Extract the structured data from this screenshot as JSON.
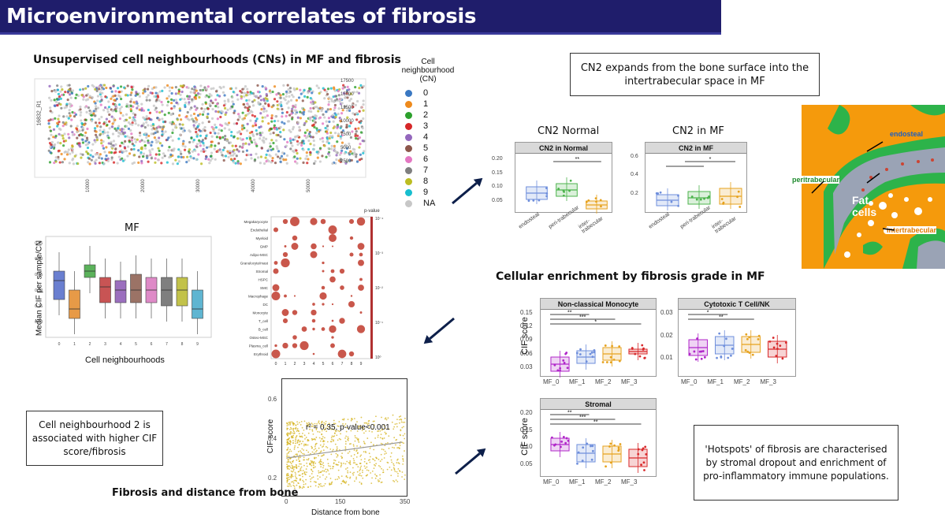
{
  "title": "Microenvironmental correlates of fibrosis",
  "cn_map": {
    "heading": "Unsupervised cell neighbourhoods (CNs) in MF and fibrosis",
    "y_axis_label": "16832_R1",
    "x_ticks": [
      "10000",
      "20000",
      "30000",
      "40000",
      "50000"
    ],
    "y_ticks": [
      "17500",
      "15000",
      "12500",
      "10000",
      "7500",
      "5000",
      "2500"
    ]
  },
  "legend": {
    "title_lines": [
      "Cell",
      "neighbourhood",
      "(CN)"
    ],
    "items": [
      {
        "label": "0",
        "color": "#3a78c2"
      },
      {
        "label": "1",
        "color": "#ee8a1c"
      },
      {
        "label": "2",
        "color": "#2ca02c"
      },
      {
        "label": "3",
        "color": "#d62728"
      },
      {
        "label": "4",
        "color": "#9467bd"
      },
      {
        "label": "5",
        "color": "#8c564b"
      },
      {
        "label": "6",
        "color": "#e377c2"
      },
      {
        "label": "7",
        "color": "#7f7f7f"
      },
      {
        "label": "8",
        "color": "#bcbd22"
      },
      {
        "label": "9",
        "color": "#17becf"
      },
      {
        "label": "NA",
        "color": "#c7c7c7"
      }
    ]
  },
  "mf_box": {
    "title": "MF",
    "ylabel": "Median CIF per sample/CN",
    "xlabel": "Cell neighbourhoods",
    "categories": [
      "0",
      "1",
      "2",
      "3",
      "4",
      "5",
      "6",
      "7",
      "8",
      "9"
    ],
    "colors": [
      "#6a7fd0",
      "#e79a47",
      "#5bb25b",
      "#c85454",
      "#9b6fbe",
      "#9b7366",
      "#de8ac7",
      "#7f7f7f",
      "#c2c24a",
      "#5fb5d1"
    ],
    "medians": [
      0.33,
      0.24,
      0.36,
      0.31,
      0.3,
      0.3,
      0.3,
      0.3,
      0.3,
      0.24
    ],
    "q1": [
      0.27,
      0.21,
      0.34,
      0.26,
      0.26,
      0.26,
      0.26,
      0.25,
      0.25,
      0.21
    ],
    "q3": [
      0.36,
      0.3,
      0.38,
      0.34,
      0.33,
      0.35,
      0.34,
      0.34,
      0.34,
      0.3
    ],
    "yticks": [
      "0.45",
      "0.40",
      "0.35",
      "0.30",
      "0.25",
      "0.20"
    ]
  },
  "dotplot": {
    "legend_title": "p-value",
    "legend_ticks": [
      "10⁻⁴",
      "10⁻³",
      "10⁻²",
      "10⁻¹",
      "10⁰"
    ],
    "rows": [
      "Megakaryocyte",
      "Endothelial",
      "Myeloid",
      "GMP",
      "Adipo-MSC",
      "Granulocyte/mast",
      "Stromal",
      "HSPC",
      "SMC",
      "Macrophage",
      "DC",
      "Monocyte",
      "T_cell",
      "B_cell",
      "Osteo-MSC",
      "Plasma_cell",
      "Erythroid"
    ],
    "cols": [
      "0",
      "1",
      "2",
      "3",
      "4",
      "5",
      "6",
      "7",
      "8",
      "9"
    ]
  },
  "cn2_callout": "CN2 expands from the bone surface into the intertrabecular space in MF",
  "cn2_normal": {
    "heading": "CN2 Normal",
    "strip": "CN2 in Normal",
    "categories": [
      "endosteal",
      "peri-trabecular",
      "inter-trabecular"
    ],
    "yticks": [
      "0.20",
      "0.15",
      "0.10",
      "0.05"
    ],
    "sig": "**"
  },
  "cn2_mf": {
    "heading": "CN2 in MF",
    "strip": "CN2 in MF",
    "categories": [
      "endosteal",
      "peri-trabecular",
      "inter-trabecular"
    ],
    "yticks": [
      "0.6",
      "0.4",
      "0.2"
    ],
    "sig": "*"
  },
  "image_labels": {
    "endosteal": "endosteal",
    "peritrabecular": "peritrabecular",
    "fat_cells": "Fat cells",
    "intertrabecular": "intertrabecular"
  },
  "enrichment": {
    "heading": "Cellular enrichment by fibrosis grade in MF",
    "ylabel": "CIF score",
    "categories": [
      "MF_0",
      "MF_1",
      "MF_2",
      "MF_3"
    ],
    "colors": [
      "#b026c9",
      "#6f8fdc",
      "#e6a21e",
      "#d8282a"
    ],
    "panels": [
      {
        "name": "Non-classical Monocyte",
        "yticks": [
          "0.15",
          "0.12",
          "0.09",
          "0.06",
          "0.03"
        ],
        "sigs": [
          "**",
          "***",
          "*"
        ]
      },
      {
        "name": "Cytotoxic T Cell/NK",
        "yticks": [
          "0.03",
          "0.02",
          "0.01"
        ],
        "sigs": [
          "*",
          "**"
        ]
      },
      {
        "name": "Stromal",
        "yticks": [
          "0.20",
          "0.15",
          "0.10",
          "0.05"
        ],
        "sigs": [
          "**",
          "***",
          "**"
        ]
      }
    ]
  },
  "cn2_callout_box": "Cell neighbourhood 2  is associated with higher CIF score/fibrosis",
  "scatter": {
    "heading": "Fibrosis and distance from bone",
    "ylabel": "CIF score",
    "xlabel": "Distance from bone",
    "annotation": "r² = 0.35, p-value<0.001",
    "xticks": [
      "0",
      "150",
      "350"
    ],
    "yticks": [
      "0.6",
      "0.4",
      "0.2"
    ]
  },
  "hotspots_box": "'Hotspots' of fibrosis are characterised by stromal dropout and enrichment of pro-inflammatory immune populations."
}
